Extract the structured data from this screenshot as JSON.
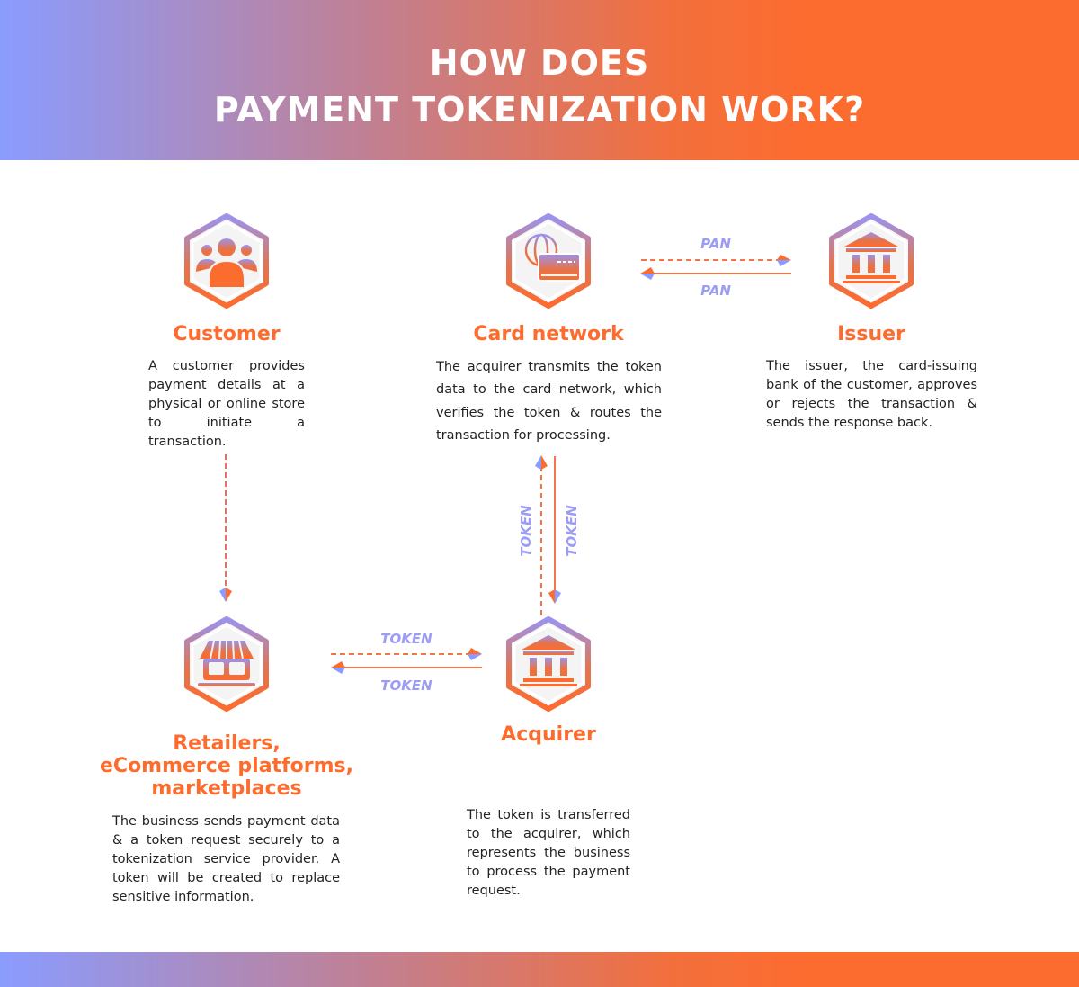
{
  "header": {
    "title_line1": "HOW DOES",
    "title_line2": "PAYMENT TOKENIZATION WORK?"
  },
  "colors": {
    "accent_orange": "#fd6c2f",
    "accent_purple": "#8a9cff"
  },
  "nodes": {
    "customer": {
      "title": "Customer",
      "icon": "people-icon",
      "description": "A customer provides payment details at a physical or online store to initiate a transaction."
    },
    "card_network": {
      "title": "Card network",
      "icon": "globe-card-icon",
      "description": "The acquirer transmits the token data to the card network, which verifies the token & routes the transaction for processing."
    },
    "issuer": {
      "title": "Issuer",
      "icon": "bank-icon",
      "description": "The issuer, the card-issuing bank of the customer, approves or rejects the transaction & sends the response back."
    },
    "retailers": {
      "title_line1": "Retailers,",
      "title_line2": "eCommerce platforms,",
      "title_line3": "marketplaces",
      "icon": "storefront-icon",
      "description": "The business sends payment data & a token request securely to a tokenization service provider. A token will be created to replace sensitive information."
    },
    "acquirer": {
      "title": "Acquirer",
      "icon": "bank-icon",
      "description": "The token is transferred to the acquirer, which represents the business to process the payment request."
    }
  },
  "arrows": {
    "network_to_issuer": "PAN",
    "issuer_to_network": "PAN",
    "retailer_to_acquirer": "TOKEN",
    "acquirer_to_retailer": "TOKEN",
    "acquirer_to_network": "TOKEN",
    "network_to_acquirer": "TOKEN"
  }
}
